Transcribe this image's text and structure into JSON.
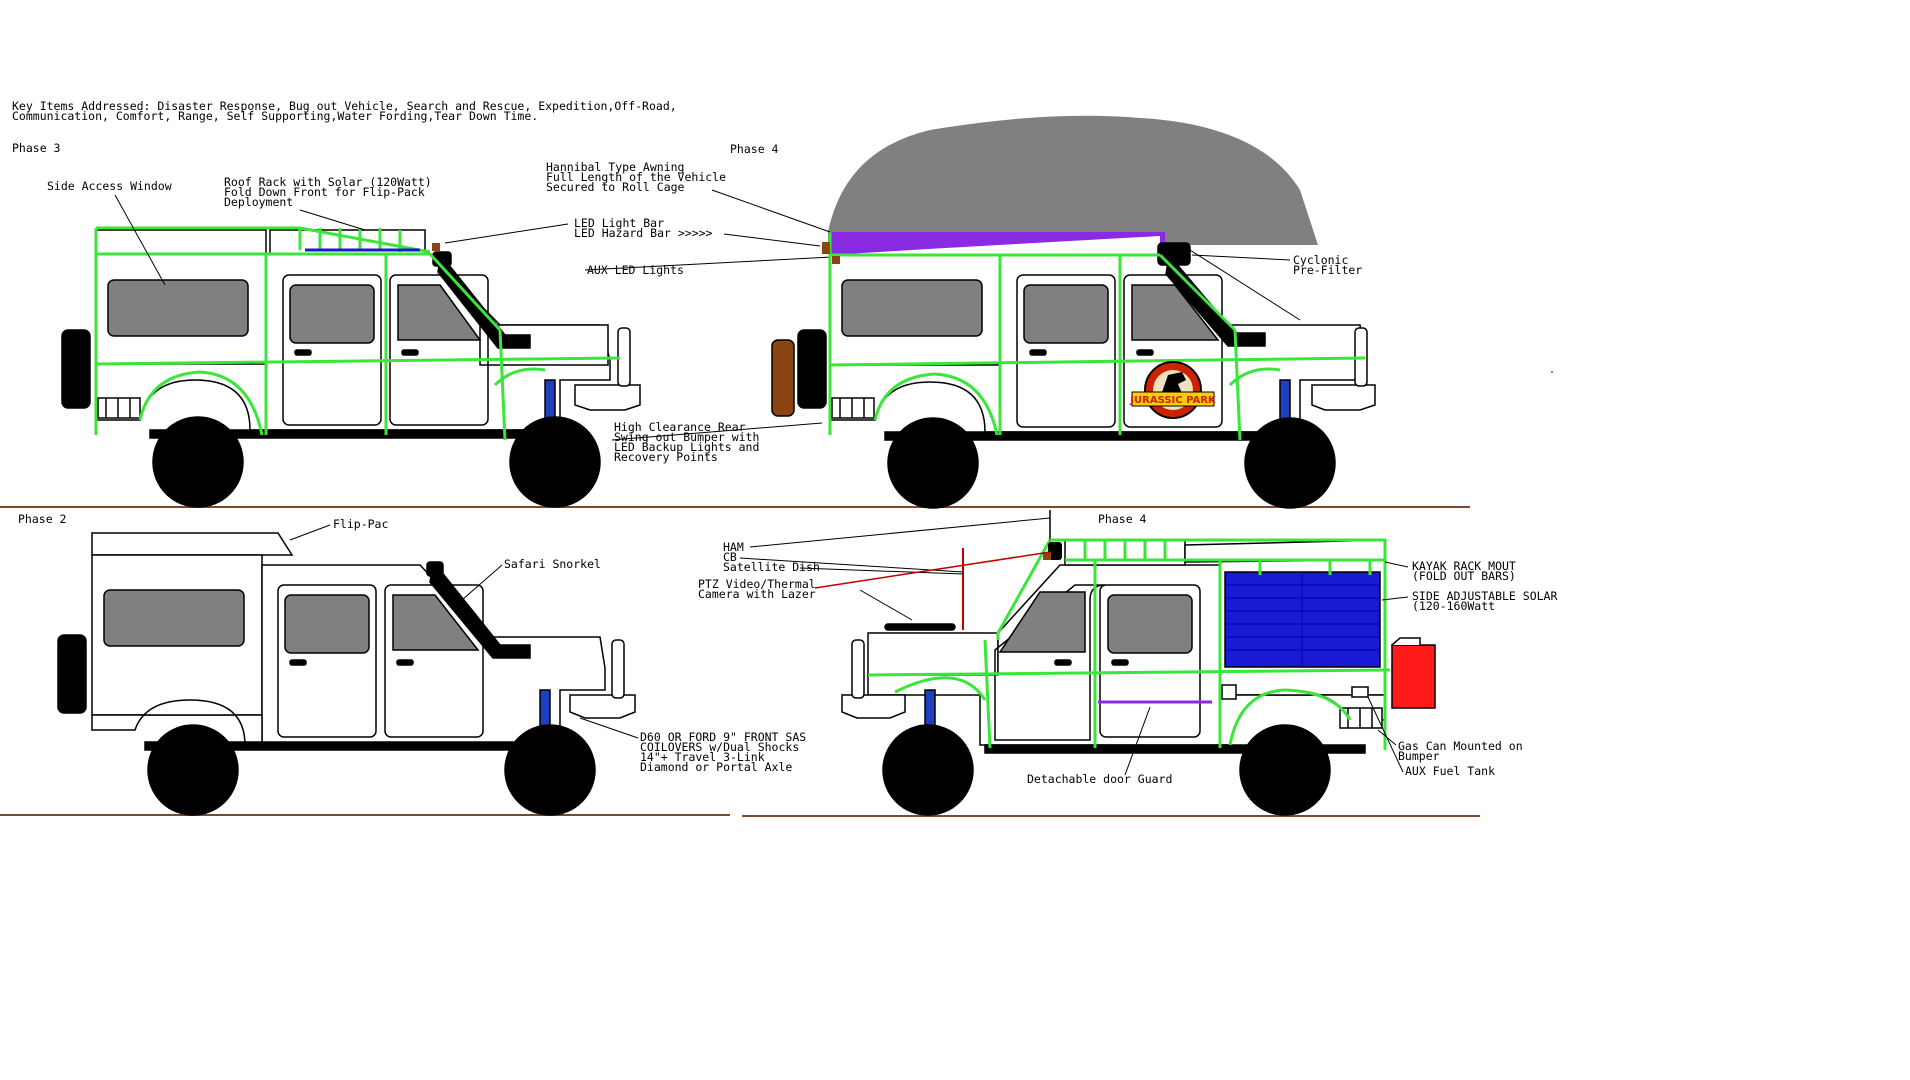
{
  "key_items": {
    "line1": "Key Items Addressed: Disaster Response, Bug out Vehicle, Search and Rescue, Expedition,Off-Road,",
    "line2": "Communication, Comfort, Range, Self Supporting,Water Fording,Tear Down Time."
  },
  "panels": {
    "phase3": {
      "title": "Phase 3",
      "labels": {
        "side_window": "Side Access Window",
        "roof_rack_1": "Roof Rack with Solar (120Watt)",
        "roof_rack_2": "Fold Down Front for Flip-Pack",
        "roof_rack_3": "Deployment",
        "led_light_bar": "LED Light Bar",
        "led_hazard_bar": "LED Hazard Bar >>>>>",
        "aux_led": "AUX LED Lights",
        "bumper_1": "High Clearance Rear",
        "bumper_2": "Swing out Bumper with",
        "bumper_3": "LED Backup Lights and",
        "bumper_4": "Recovery Points"
      }
    },
    "phase4_top": {
      "title": "Phase 4",
      "labels": {
        "awning_1": "Hannibal Type Awning",
        "awning_2": "Full Length of the Vehicle",
        "awning_3": "Secured to Roll Cage",
        "cyclonic_1": "Cyclonic",
        "cyclonic_2": "Pre-Filter"
      }
    },
    "phase2": {
      "title": "Phase 2",
      "labels": {
        "flip_pac": "Flip-Pac",
        "snorkel": "Safari Snorkel",
        "axle_1": "D60 OR FORD 9\" FRONT SAS",
        "axle_2": "COILOVERS w/Dual Shocks",
        "axle_3": "14\"+ Travel 3-Link",
        "axle_4": "Diamond or Portal Axle"
      }
    },
    "phase4_bottom": {
      "title": "Phase 4",
      "labels": {
        "ham": "HAM",
        "cb": "CB",
        "sat": "Satellite Dish",
        "ptz_1": "PTZ Video/Thermal",
        "ptz_2": "Camera with Lazer",
        "kayak_1": "KAYAK RACK MOUT",
        "kayak_2": "(FOLD OUT BARS)",
        "solar_1": "SIDE ADJUSTABLE SOLAR",
        "solar_2": "(120-160Watt",
        "gas_1": "Gas Can Mounted on",
        "gas_2": "Bumper",
        "fuel": "AUX Fuel Tank",
        "door_guard": "Detachable door Guard"
      }
    }
  },
  "logo": {
    "text": "JURASSIC PARK"
  },
  "colors": {
    "cage": "#39e639",
    "body_fill": "#ffffff",
    "window": "#808080",
    "tire": "#000000",
    "coil": "#1f3fbf",
    "awning": "#808080",
    "awning_bag": "#8a2be2",
    "solar": "#1a1ad6",
    "gas_can": "#ff1a1a",
    "spare_brown": "#8b4513",
    "ground": "#7a4a2a",
    "red_line": "#c00000",
    "logo_red": "#cc2200"
  }
}
